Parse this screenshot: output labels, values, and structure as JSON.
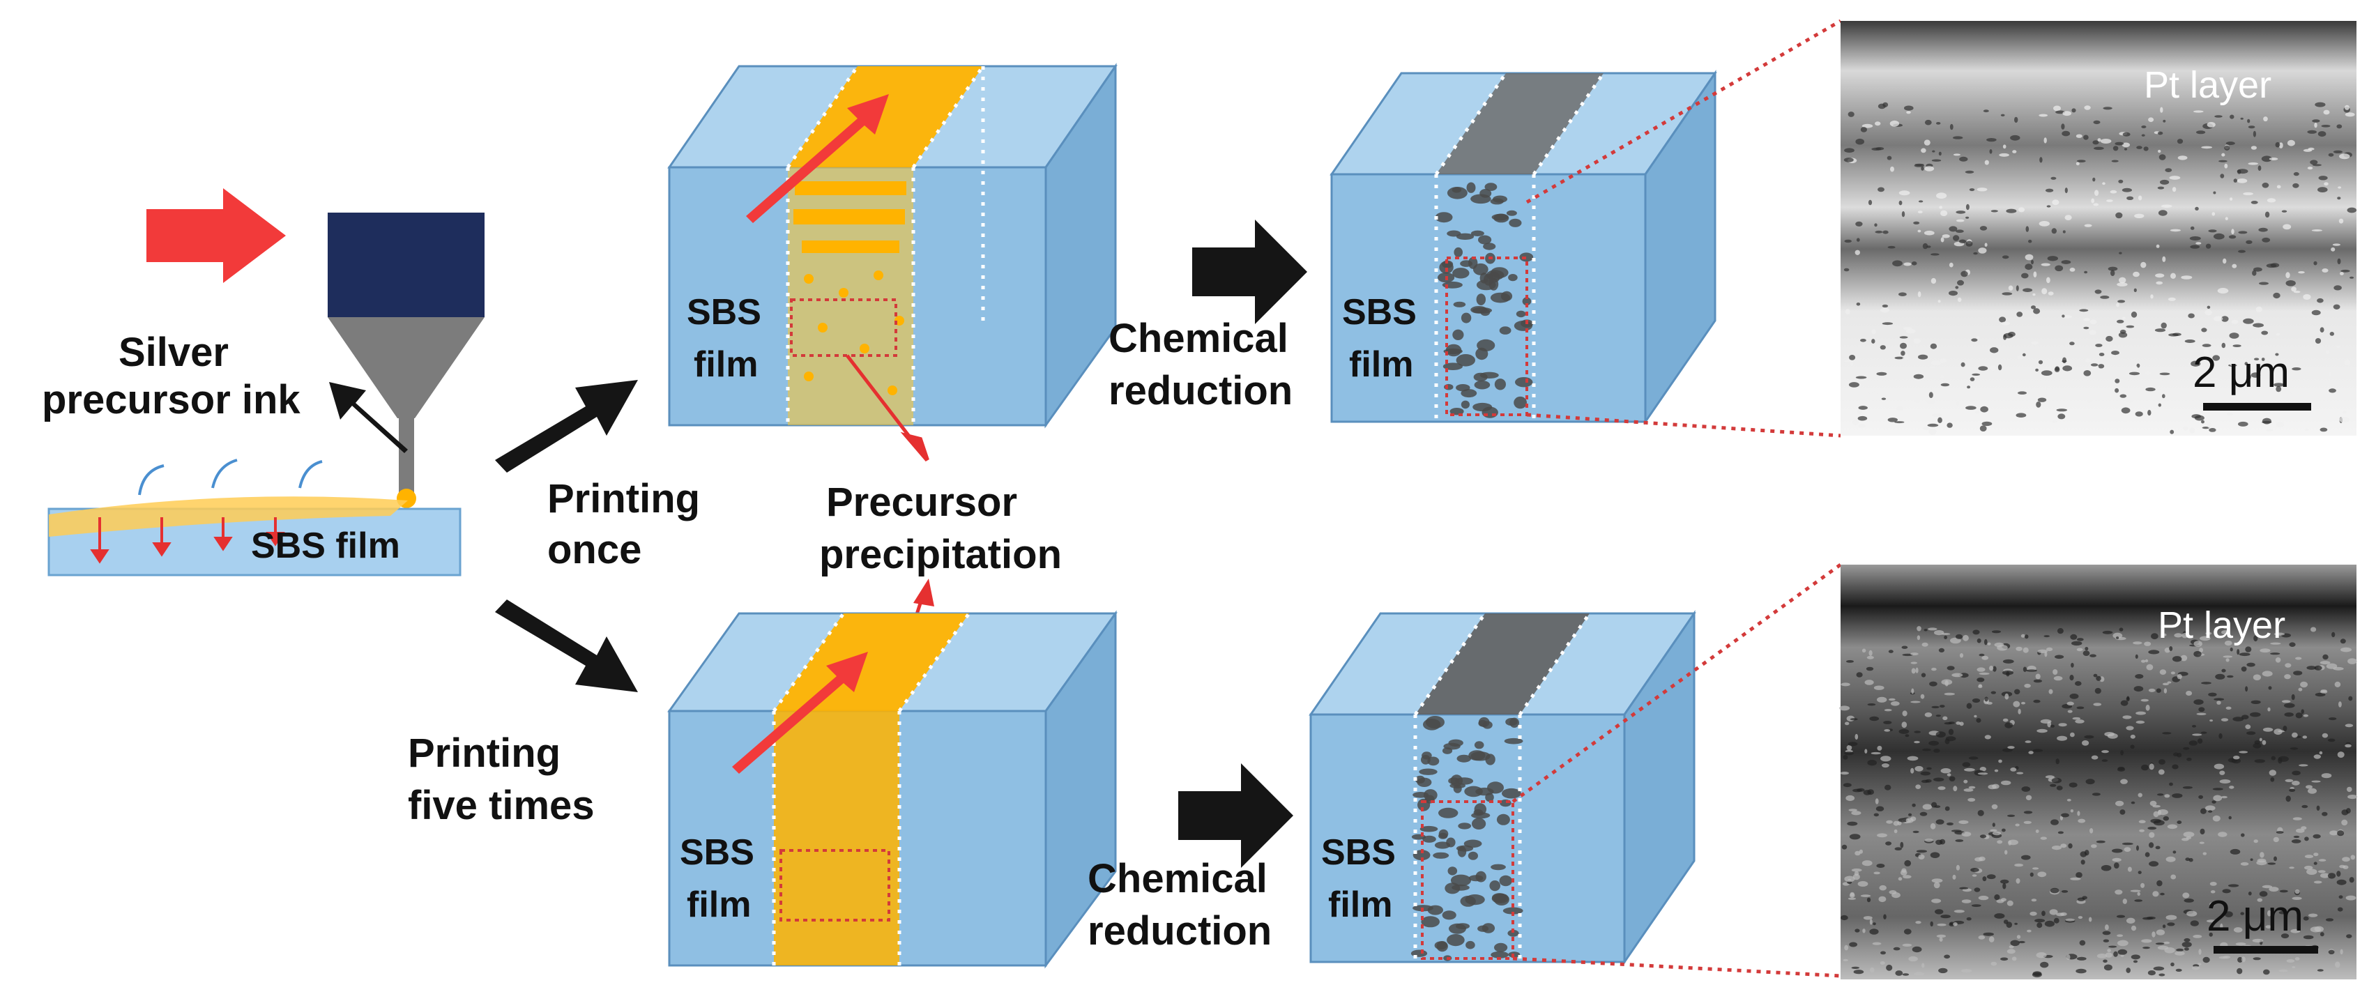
{
  "labels": {
    "silver_precursor_ink": [
      "Silver",
      "precursor ink"
    ],
    "sbs_film_strip": "SBS film",
    "printing_once": [
      "Printing",
      "once"
    ],
    "printing_five_times": [
      "Printing",
      "five times"
    ],
    "precursor_precipitation": [
      "Precursor",
      "precipitation"
    ],
    "chemical_reduction": [
      "Chemical",
      "reduction"
    ],
    "block_sbs": [
      "SBS",
      "film"
    ]
  },
  "sem_images": [
    {
      "layer_label": "Pt layer",
      "scale_bar": "2 μm",
      "tone": "light"
    },
    {
      "layer_label": "Pt layer",
      "scale_bar": "2 μm",
      "tone": "dark"
    }
  ],
  "colors": {
    "block_front": "#8fbfe3",
    "block_top": "#aed3ee",
    "block_side": "#7aaed6",
    "ink": "#ffb300",
    "big_arrow": "#f23a3a",
    "process_arrow": "#151515",
    "print_head": "#1e2d5c",
    "nozzle": "#7c7c7c",
    "dotted_box": "#d33a3a",
    "particles": "#4a4a4a"
  },
  "icons": [
    "red-arrow-icon",
    "black-arrow-icon"
  ]
}
